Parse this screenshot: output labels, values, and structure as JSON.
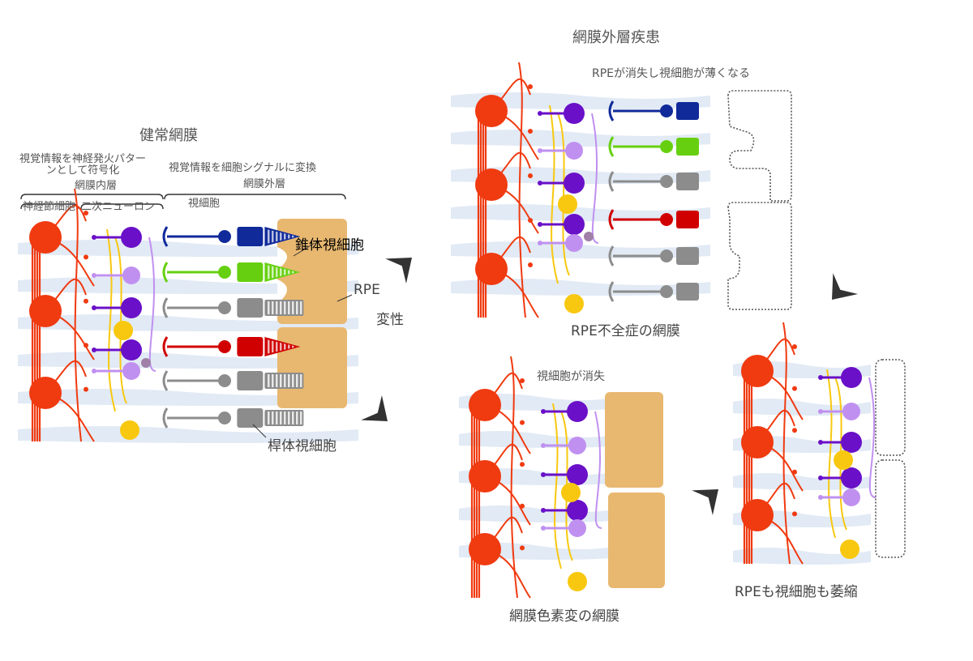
{
  "healthy": {
    "title": "健常網膜",
    "inner_desc": "視覚情報を神経発火パターンとして符号化",
    "inner_layer": "網膜内層",
    "outer_desc": "視覚情報を細胞シグナルに変換",
    "outer_layer": "網膜外層",
    "ganglion": "神経節細胞",
    "secondary": "二次ニューロン",
    "photoreceptor": "視細胞",
    "cone": "錐体視細胞",
    "rpe": "RPE",
    "rod": "桿体視細胞"
  },
  "degeneration": "変性",
  "outer_disease": {
    "title": "網膜外層疾患",
    "desc": "RPEが消失し視細胞が薄くなる",
    "caption": "RPE不全症の網膜"
  },
  "rp": {
    "desc": "視細胞が消失",
    "caption": "網膜色素変の網膜"
  },
  "atrophy": {
    "caption": "RPEも視細胞も萎縮"
  },
  "colors": {
    "ganglion": "#f03a10",
    "purple": "#6a10c8",
    "lavender": "#c090f0",
    "yellow": "#f8c810",
    "navy": "#102a9a",
    "green": "#66d010",
    "gray": "#8c8c8c",
    "red": "#d00000",
    "rpe": "#e8b870",
    "arrow": "#333333",
    "faint": "#c8d8ec"
  }
}
